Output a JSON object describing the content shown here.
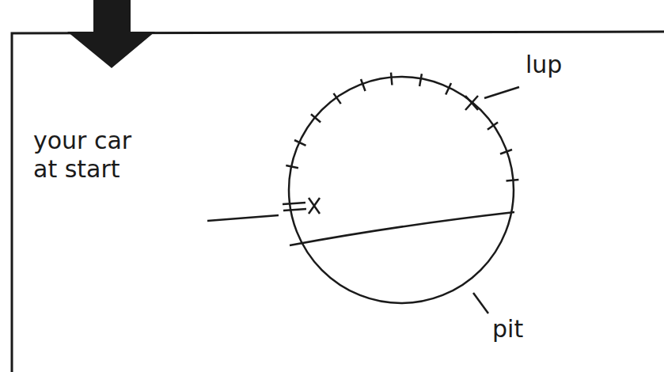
{
  "diagram": {
    "labels": [
      "lup",
      "your car at start",
      "pit"
    ]
  }
}
